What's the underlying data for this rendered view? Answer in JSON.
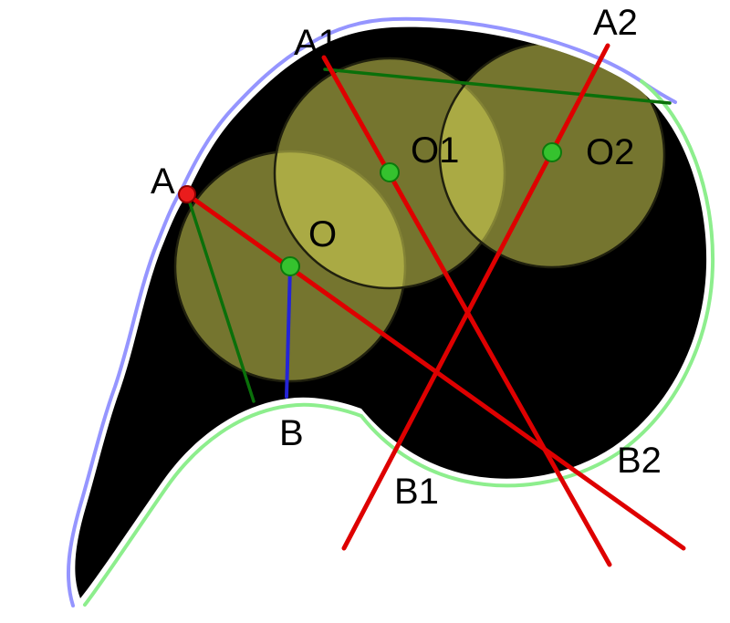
{
  "figure": {
    "background": "#ffffff",
    "shape": {
      "fill": "#000000",
      "upper_curve_color": "#9595ff",
      "lower_curve_color": "#8dee8d"
    },
    "circles": {
      "fill": "rgba(213,213,85,0.55)"
    },
    "lines": {
      "normal_color": "#de0000",
      "tangent_color": "#0a700a",
      "radius_color": "#2424d6"
    },
    "points": {
      "contact_color": "#ea1c1c",
      "center_color": "#35c22e"
    },
    "labels": {
      "A": "A",
      "A1": "A1",
      "A2": "A2",
      "B": "B",
      "B1": "B1",
      "B2": "B2",
      "O": "O",
      "O1": "O1",
      "O2": "O2"
    }
  }
}
